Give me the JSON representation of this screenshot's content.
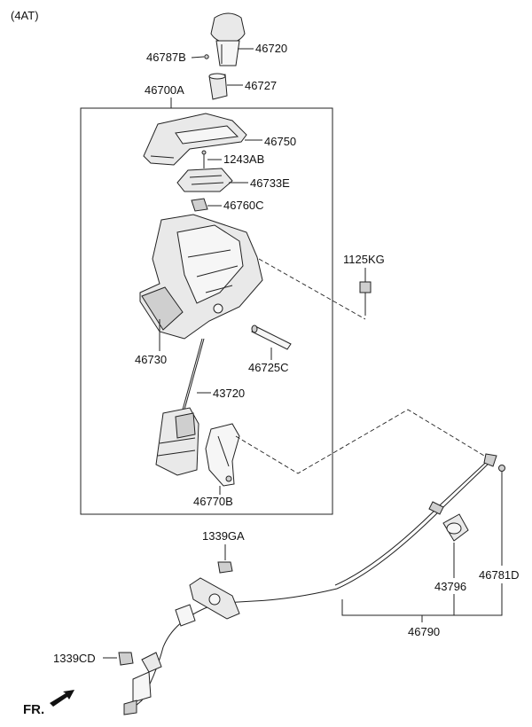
{
  "header": {
    "variant": "(4AT)"
  },
  "footer": {
    "direction": "FR."
  },
  "parts": {
    "p46720": "46720",
    "p46787B": "46787B",
    "p46727": "46727",
    "p46700A": "46700A",
    "p46750": "46750",
    "p1243AB": "1243AB",
    "p46733E": "46733E",
    "p46760C": "46760C",
    "p1125KG": "1125KG",
    "p46730": "46730",
    "p46725C": "46725C",
    "p43720": "43720",
    "p46770B": "46770B",
    "p1339GA": "1339GA",
    "p43796": "43796",
    "p46781D": "46781D",
    "p46790": "46790",
    "p1339CD": "1339CD"
  }
}
